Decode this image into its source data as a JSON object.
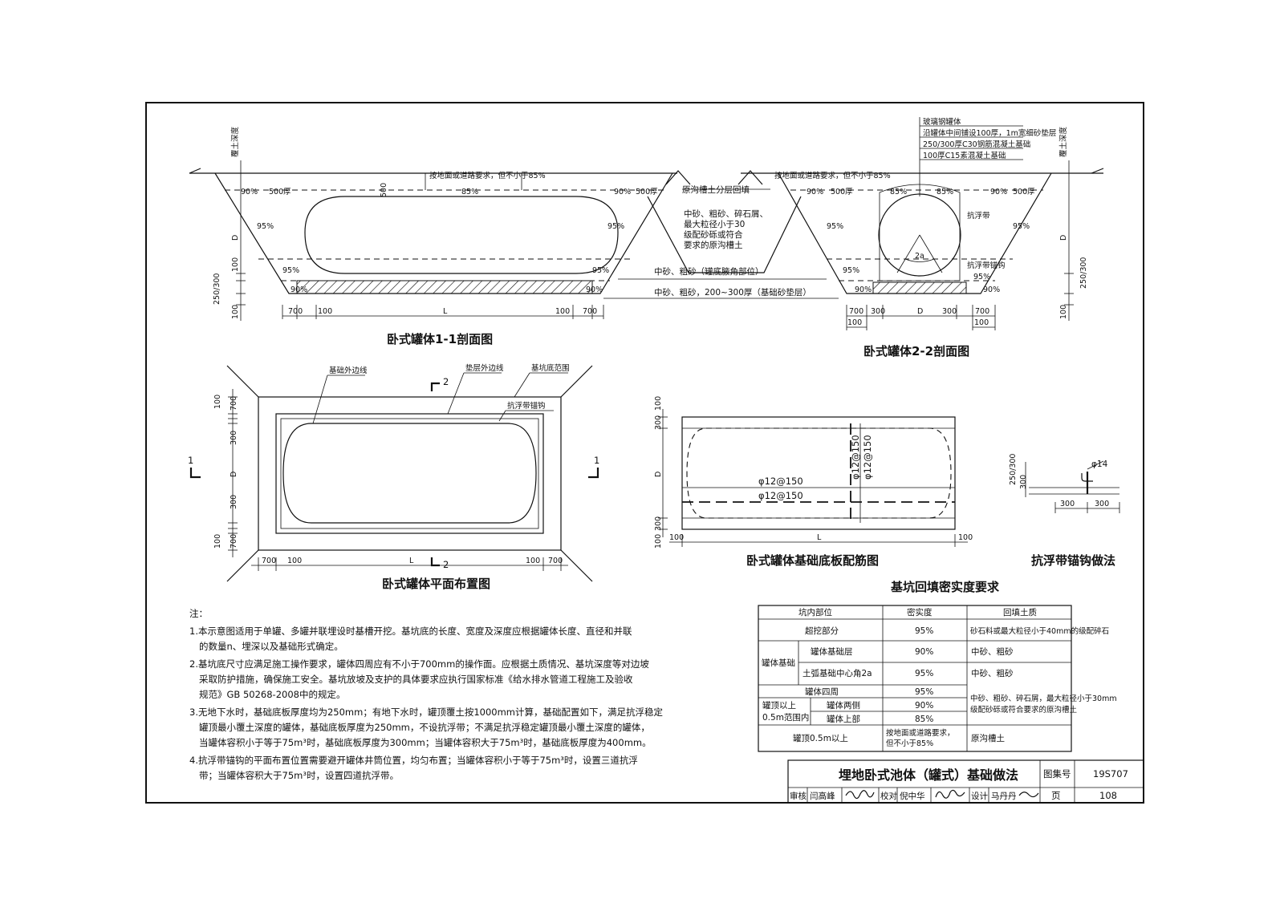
{
  "sec11": {
    "title": "卧式罐体1-1剖面图",
    "top_note": "按地面或道路要求，但不小于85%",
    "c90": "90%",
    "t500": "500厚",
    "c85": "85%",
    "c95": "95%",
    "c90b": "90%",
    "d500": "500",
    "d100": "100",
    "dD": "D",
    "d250": "250/300",
    "d100b": "100",
    "cover_depth": "覆土深度",
    "dim700": "700",
    "dim100": "100",
    "dimL": "L"
  },
  "mid": {
    "backfill": "原沟槽土分层回填",
    "fill_lines": [
      "中砂、粗砂、碎石屑、",
      "最大粒径小于30",
      "级配砂砾或符合",
      "要求的原沟槽土"
    ],
    "haunch": "中砂、粗砂（罐底腋角部位）",
    "bed": "中砂、粗砂，200~300厚（基础砂垫层）"
  },
  "sec22": {
    "title": "卧式罐体2-2剖面图",
    "labels": [
      "玻璃钢罐体",
      "沿罐体中间铺设100厚，1m宽细砂垫层",
      "250/300厚C30钢筋混凝土基础",
      "100厚C15素混凝土基础"
    ],
    "top_note": "按地面或道路要求，但不小于85%",
    "strap": "抗浮带",
    "hook": "抗浮带锚钩",
    "angle": "2a",
    "c90": "90%",
    "t500": "500厚",
    "c85": "85%",
    "c95": "95%",
    "dD": "D",
    "d250": "250/300",
    "d100": "100",
    "cover_depth": "覆土深度",
    "dim700": "700",
    "dim300": "300",
    "dim100": "100"
  },
  "plan": {
    "title": "卧式罐体平面布置图",
    "l_found": "基础外边线",
    "l_cushion": "垫层外边线",
    "l_pit": "基坑底范围",
    "l_hook": "抗浮带锚钩",
    "sec1": "1",
    "sec2": "2",
    "d100": "100",
    "d700": "700",
    "d300": "300",
    "dD": "D",
    "dL": "L"
  },
  "rebar": {
    "title": "卧式罐体基础底板配筋图",
    "bar": "φ12@150",
    "d300": "300",
    "dD": "D",
    "d100": "100",
    "dL": "L"
  },
  "anchor": {
    "title": "抗浮带锚钩做法",
    "bar": "φ14",
    "d250": "250/300",
    "d300": "300"
  },
  "compaction": {
    "title": "基坑回填密实度要求",
    "headers": [
      "坑内部位",
      "密实度",
      "回填土质"
    ],
    "r1": [
      "超挖部分",
      "95%",
      "砂石料或最大粒径小于40mm的级配碎石"
    ],
    "group1": "罐体基础",
    "r2": [
      "罐体基础层",
      "90%",
      "中砂、粗砂"
    ],
    "r3": [
      "土弧基础中心角2a",
      "95%",
      "中砂、粗砂"
    ],
    "r4": [
      "罐体四周",
      "95%"
    ],
    "group2": [
      "罐顶以上",
      "0.5m范围内"
    ],
    "r5": [
      "罐体两侧",
      "90%"
    ],
    "r6": [
      "罐体上部",
      "85%"
    ],
    "soil_merged": [
      "中砂、粗砂、碎石屑，最大粒径小于30mm",
      "级配砂砾或符合要求的原沟槽土"
    ],
    "r7": [
      "罐顶0.5m以上",
      "按地面或道路要求，",
      "但不小于85%",
      "原沟槽土"
    ]
  },
  "notes": {
    "head": "注：",
    "lines": [
      "1.本示意图适用于单罐、多罐并联埋设时基槽开挖。基坑底的长度、宽度及深度应根据罐体长度、直径和并联",
      "的数量n、埋深以及基础形式确定。",
      "2.基坑底尺寸应满足施工操作要求，罐体四周应有不小于700mm的操作面。应根据土质情况、基坑深度等对边坡",
      "采取防护措施，确保施工安全。基坑放坡及支护的具体要求应执行国家标准《给水排水管道工程施工及验收",
      "规范》GB 50268-2008中的规定。",
      "3.无地下水时，基础底板厚度均为250mm；有地下水时，罐顶覆土按1000mm计算，基础配置如下，满足抗浮稳定",
      "罐顶最小覆土深度的罐体，基础底板厚度为250mm，不设抗浮带；不满足抗浮稳定罐顶最小覆土深度的罐体，",
      "当罐体容积小于等于75m³时，基础底板厚度为300mm；当罐体容积大于75m³时，基础底板厚度为400mm。",
      "4.抗浮带锚钩的平面布置位置需要避开罐体井筒位置，均匀布置；当罐体容积小于等于75m³时，设置三道抗浮",
      "带；当罐体容积大于75m³时，设置四道抗浮带。"
    ]
  },
  "titleblock": {
    "title": "埋地卧式池体（罐式）基础做法",
    "atlas_label": "图集号",
    "atlas_no": "19S707",
    "review": "审核",
    "reviewer": "闫高峰",
    "check": "校对",
    "checker": "倪中华",
    "design": "设计",
    "designer": "马丹丹",
    "page_label": "页",
    "page_no": "108"
  }
}
